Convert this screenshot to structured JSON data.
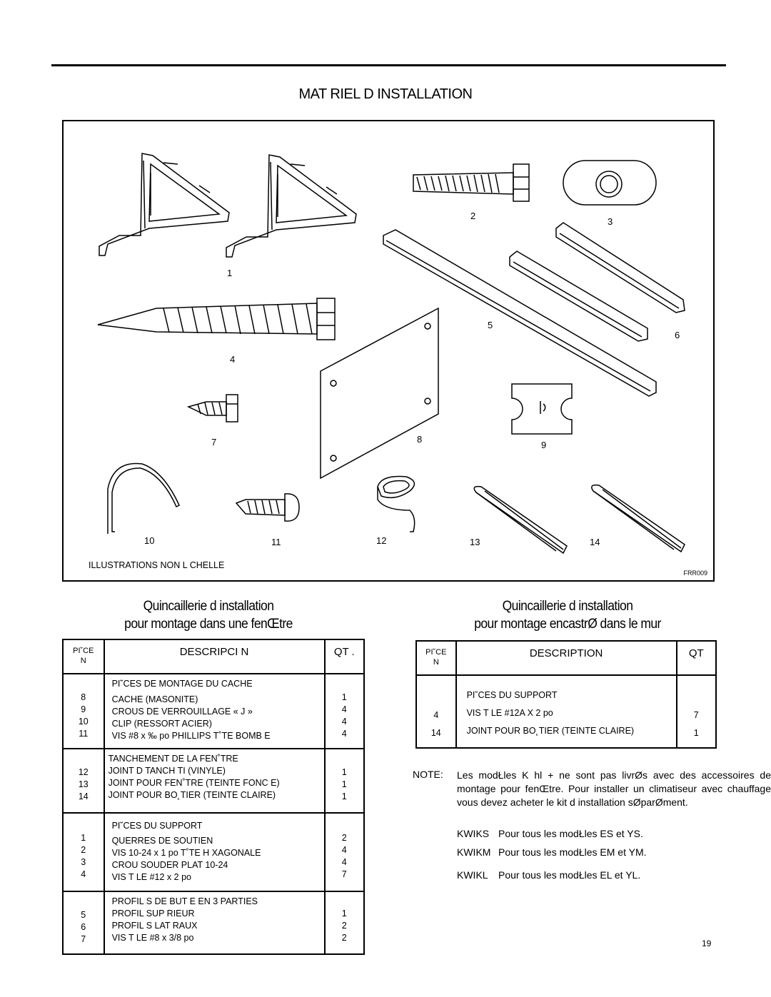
{
  "title": "MAT RIEL D INSTALLATION",
  "figure": {
    "callouts": [
      "1",
      "2",
      "3",
      "4",
      "5",
      "6",
      "7",
      "8",
      "9",
      "10",
      "11",
      "12",
      "13",
      "14"
    ],
    "caption": "ILLUSTRATIONS NON   L CHELLE",
    "code": "FRR009"
  },
  "left_section": {
    "heading_line1": "Quincaillerie d installation",
    "heading_line2": "pour montage dans une fenŒtre",
    "header": {
      "piece": "PI˘CE",
      "piece_n": "N",
      "description": "DESCRIPCI N",
      "qty": "QT ."
    },
    "groups": [
      {
        "title": "PI˘CES DE MONTAGE DU CACHE",
        "nums": [
          "8",
          "9",
          "10",
          "11"
        ],
        "items": [
          "CACHE (MASONITE)",
          " CROUS DE VERROUILLAGE « J »",
          "CLIP (RESSORT ACIER)",
          "VIS #8 x ‰ po PHILLIPS T˚TE BOMB E"
        ],
        "qtys": [
          "1",
          "4",
          "4",
          "4"
        ]
      },
      {
        "title": " TANCHEMENT DE LA FEN˚TRE",
        "nums": [
          "12",
          "13",
          "14"
        ],
        "items": [
          "JOINT D  TANCH TI  (VINYLE)",
          "JOINT POUR FEN˚TRE (TEINTE FONC E)",
          "JOINT POUR BO˛TIER (TEINTE CLAIRE)"
        ],
        "qtys": [
          "1",
          "1",
          "1"
        ]
      },
      {
        "title": "PI˘CES DU SUPPORT",
        "nums": [
          "1",
          "2",
          "3",
          "4"
        ],
        "items": [
          " QUERRES DE SOUTIEN",
          "VIS 10-24 x 1 po T˚TE H XAGONALE",
          " CROU   SOUDER PLAT 10-24",
          "VIS   T LE #12 x 2 po"
        ],
        "qtys": [
          "2",
          "4",
          "4",
          "7"
        ]
      },
      {
        "title": "PROFIL S DE BUT E EN 3 PARTIES",
        "nums": [
          "5",
          "6",
          "7"
        ],
        "items": [
          "PROFIL  SUP RIEUR",
          "PROFIL S LAT RAUX",
          "VIS   T LE #8 x 3/8 po"
        ],
        "qtys": [
          "1",
          "2",
          "2"
        ]
      }
    ]
  },
  "right_section": {
    "heading_line1": "Quincaillerie d installation",
    "heading_line2": "pour montage encastrØ dans le mur",
    "header": {
      "piece": "PI˘CE",
      "piece_n": "N",
      "description": "DESCRIPTION",
      "qty": "QT"
    },
    "groups": [
      {
        "title": "PI˘CES DU SUPPORT",
        "nums": [
          "4",
          "14"
        ],
        "items": [
          "VIS   T LE #12A X 2 po",
          "JOINT POUR BO˛TIER (TEINTE CLAIRE)"
        ],
        "qtys": [
          "7",
          "1"
        ]
      }
    ]
  },
  "note": {
    "label": "NOTE:",
    "text": "Les modŁles K hl + ne sont pas livrØs avec des accessoires de montage pour fenŒtre. Pour installer un climatiseur avec chauffage vous devez acheter le kit d installation sØparØment."
  },
  "kits": [
    {
      "code": "KWIKS",
      "text": "Pour tous les modŁles ES et YS."
    },
    {
      "code": "KWIKM",
      "text": "Pour tous les modŁles EM et YM."
    },
    {
      "code": "KWIKL",
      "text": "Pour tous les modŁles EL et YL."
    }
  ],
  "page_number": "19"
}
